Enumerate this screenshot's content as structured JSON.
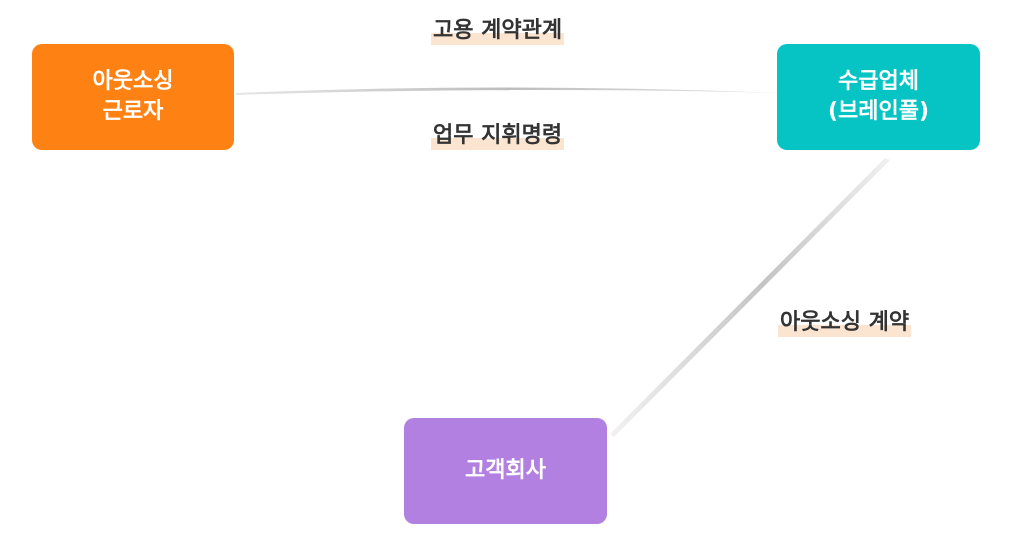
{
  "nodes": {
    "worker": {
      "line1": "아웃소싱",
      "line2": "근로자"
    },
    "contractor": {
      "line1": "수급업체",
      "line2": "(브레인풀)"
    },
    "client": {
      "line1": "고객회사"
    }
  },
  "labels": {
    "employment": "고용 계약관계",
    "direction": "업무 지휘명령",
    "outsourcing": "아웃소싱 계약"
  },
  "colors": {
    "worker": "#fd8113",
    "contractor": "#05c4c3",
    "client": "#b180e0",
    "label_highlight": "#fbe4d0",
    "connector": "#c8c8c8"
  }
}
